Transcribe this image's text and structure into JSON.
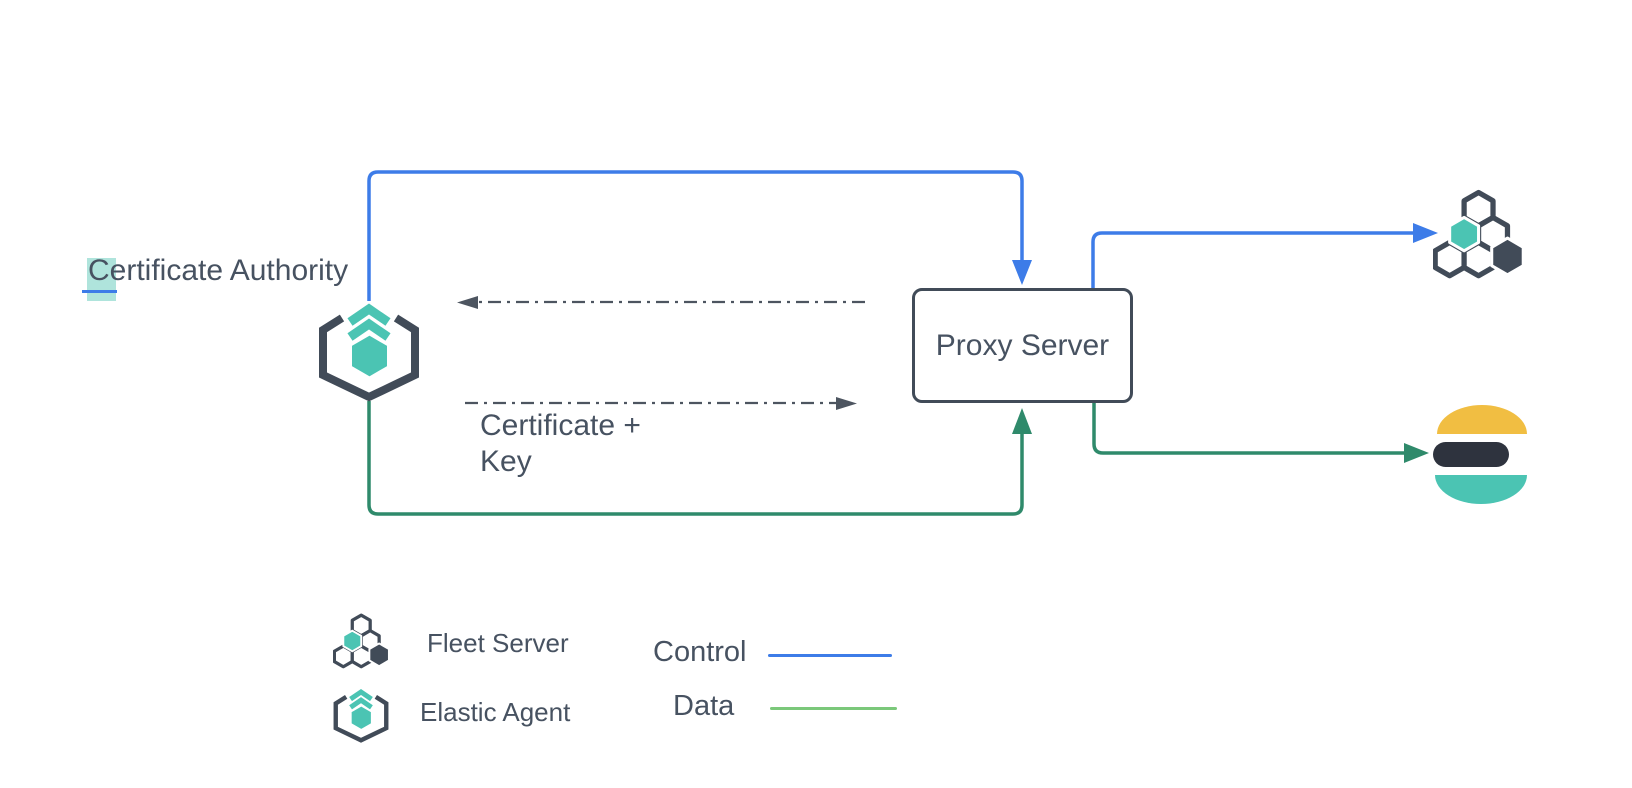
{
  "diagram": {
    "certificate_authority": {
      "label": "Certificate Authority"
    },
    "proxy_server": {
      "label": "Proxy Server"
    },
    "certificate_key": {
      "label": "Certificate +\nKey"
    }
  },
  "legend": {
    "fleet_server": "Fleet Server",
    "elastic_agent": "Elastic Agent",
    "control": "Control",
    "data": "Data"
  },
  "colors": {
    "control-blue": "#3D7CE8",
    "data-green": "#2F8A6B",
    "legend-data-green": "#7BC87A",
    "teal": "#4BC4B3",
    "slate": "#414B58",
    "text": "#475261",
    "dash-gray": "#4D5560",
    "elastic-yellow": "#F1BE42",
    "elastic-dark": "#2E333E",
    "selection-teal": "rgba(77,195,178,0.45)"
  }
}
